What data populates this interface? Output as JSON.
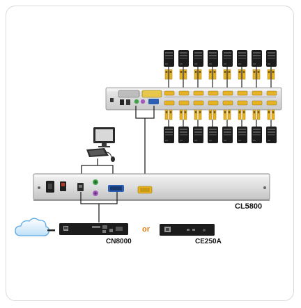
{
  "labels": {
    "cl5800": "CL5800",
    "cn8000": "CN8000",
    "or": "or",
    "ce250a": "CE250A"
  },
  "colors": {
    "or_text": "#e07a10",
    "cable_yellow": "#e8b322",
    "device_dark": "#1c1c1c",
    "chassis": "#dcdcdc",
    "usb_green": "#3fa24a",
    "ps2_purple": "#a35bbd",
    "vga_blue": "#2a5fb3",
    "cloud_blue": "#5aa9e6"
  },
  "icons": {
    "cloud": "cloud-icon",
    "monitor": "monitor-icon",
    "keyboard": "keyboard-icon",
    "mouse": "mouse-icon",
    "server": "server-icon"
  }
}
